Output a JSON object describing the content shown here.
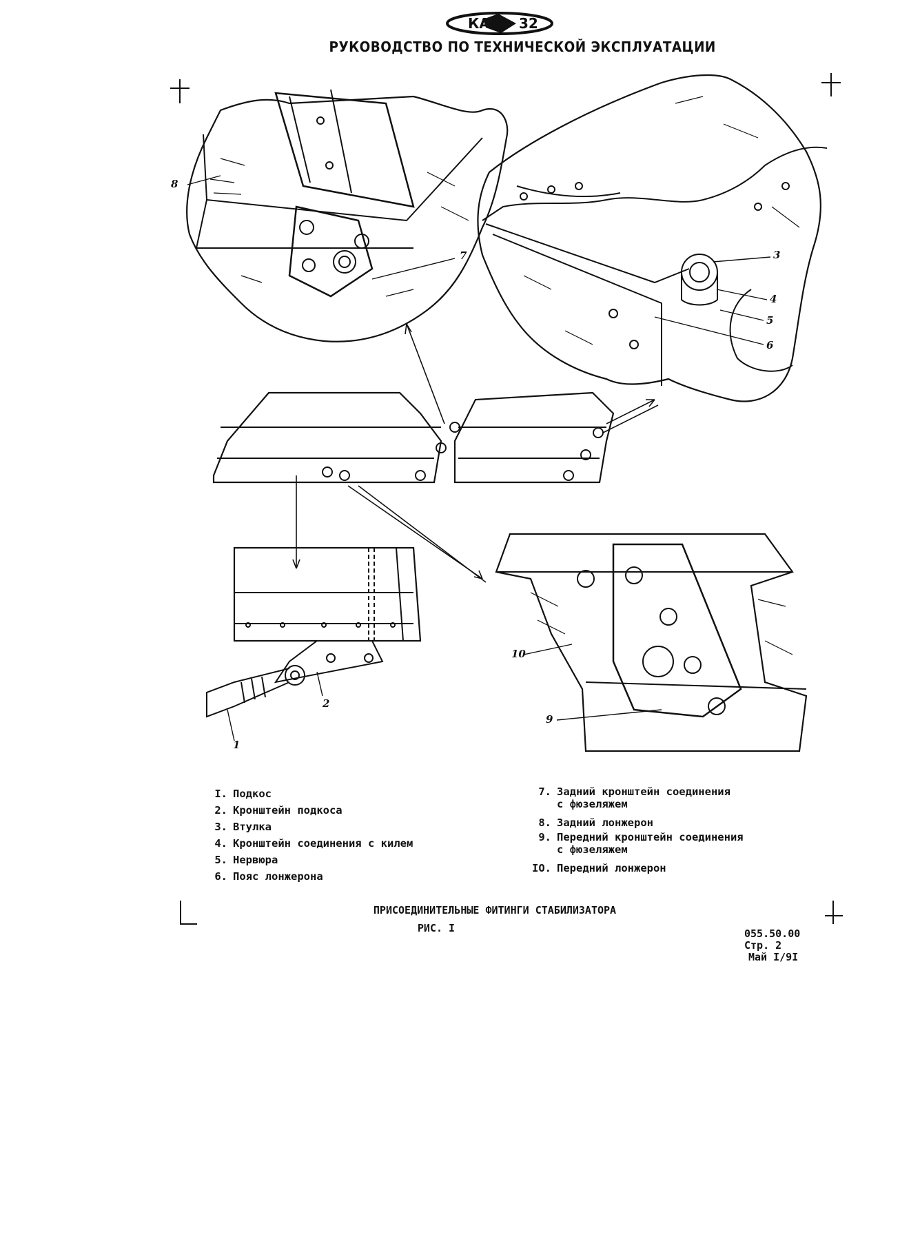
{
  "header": {
    "logo_left": "КА",
    "logo_right": "32",
    "title": "РУКОВОДСТВО ПО ТЕХНИЧЕСКОЙ ЭКСПЛУАТАЦИИ"
  },
  "callouts": [
    "8",
    "7",
    "3",
    "4",
    "5",
    "6",
    "2",
    "1",
    "10",
    "9"
  ],
  "legend": {
    "left": [
      {
        "num": "I.",
        "text": "Подкос"
      },
      {
        "num": "2.",
        "text": "Кронштейн подкоса"
      },
      {
        "num": "3.",
        "text": "Втулка"
      },
      {
        "num": "4.",
        "text": "Кронштейн соединения с килем"
      },
      {
        "num": "5.",
        "text": "Нервюра"
      },
      {
        "num": "6.",
        "text": "Пояс лонжерона"
      }
    ],
    "right": [
      {
        "num": "7.",
        "text": "Задний кронштейн соединения\nс фюзеляжем"
      },
      {
        "num": "8.",
        "text": "Задний лонжерон"
      },
      {
        "num": "9.",
        "text": "Передний кронштейн соединения\nс фюзеляжем"
      },
      {
        "num": "IO.",
        "text": "Передний лонжерон"
      }
    ]
  },
  "caption": {
    "title": "ПРИСОЕДИНИТЕЛЬНЫЕ ФИТИНГИ СТАБИЛИЗАТОРА",
    "figure": "РИС. I"
  },
  "doc_ref": {
    "code": "055.50.00",
    "page": "Стр. 2",
    "date": "Май I/9I"
  }
}
